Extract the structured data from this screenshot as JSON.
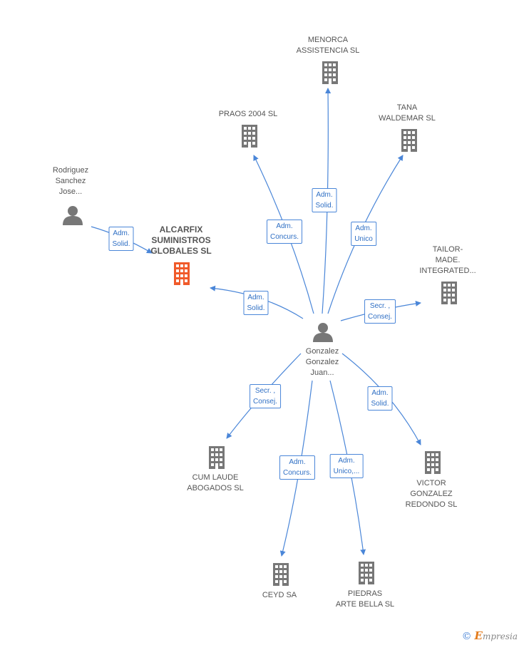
{
  "colors": {
    "edge": "#4a86d8",
    "node": "#777777",
    "main": "#f05a2a"
  },
  "nodes": {
    "menorca": {
      "label": "MENORCA\nASSISTENCIA SL",
      "icon": "building-icon"
    },
    "praos": {
      "label": "PRAOS 2004 SL",
      "icon": "building-icon"
    },
    "tana": {
      "label": "TANA\nWALDEMAR SL",
      "icon": "building-icon"
    },
    "rodriguez": {
      "label": "Rodriguez\nSanchez\nJose...",
      "icon": "person-icon"
    },
    "alcarfix": {
      "label": "ALCARFIX\nSUMINISTROS\nGLOBALES SL",
      "icon": "building-icon"
    },
    "tailor": {
      "label": "TAILOR-\nMADE.\nINTEGRATED...",
      "icon": "building-icon"
    },
    "gonzalez": {
      "label": "Gonzalez\nGonzalez\nJuan...",
      "icon": "person-icon"
    },
    "cum": {
      "label": "CUM LAUDE\nABOGADOS SL",
      "icon": "building-icon"
    },
    "victor": {
      "label": "VICTOR\nGONZALEZ\nREDONDO SL",
      "icon": "building-icon"
    },
    "ceyd": {
      "label": "CEYD SA",
      "icon": "building-icon"
    },
    "piedras": {
      "label": "PIEDRAS\nARTE BELLA SL",
      "icon": "building-icon"
    }
  },
  "edges": {
    "rodriguez_alcarfix": "Adm.\nSolid.",
    "gonzalez_alcarfix": "Adm.\nSolid.",
    "gonzalez_praos": "Adm.\nConcurs.",
    "gonzalez_menorca": "Adm.\nSolid.",
    "gonzalez_tana": "Adm.\nUnico",
    "gonzalez_tailor": "Secr. ,\nConsej.",
    "gonzalez_cum": "Secr. ,\nConsej.",
    "gonzalez_ceyd": "Adm.\nConcurs.",
    "gonzalez_piedras": "Adm.\nUnico,...",
    "gonzalez_victor": "Adm.\nSolid."
  },
  "footer": {
    "copyright": "©",
    "brand_initial": "E",
    "brand_rest": "mpresia"
  }
}
